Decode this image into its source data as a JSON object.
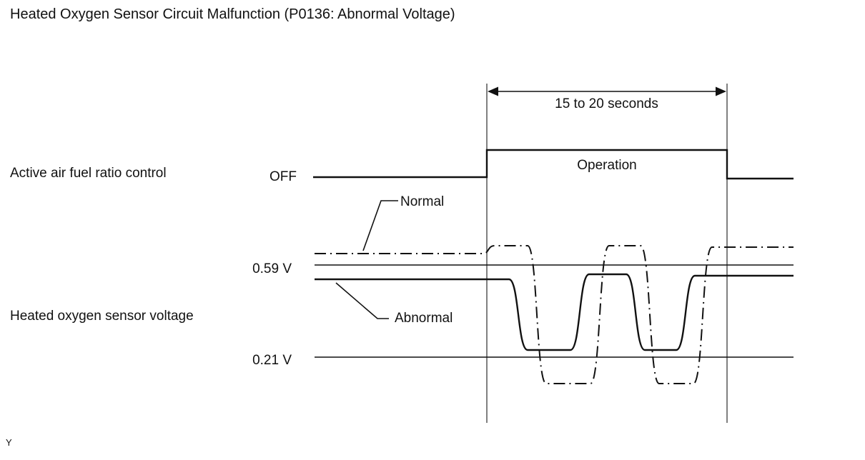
{
  "title": "Heated Oxygen Sensor Circuit Malfunction (P0136: Abnormal Voltage)",
  "diagram": {
    "duration_label": "15 to 20 seconds",
    "active_control": {
      "label": "Active air fuel ratio control",
      "off_state": "OFF",
      "on_state": "Operation"
    },
    "sensor_voltage": {
      "label": "Heated oxygen sensor voltage",
      "normal_label": "Normal",
      "abnormal_label": "Abnormal",
      "upper_threshold": "0.59 V",
      "lower_threshold": "0.21 V"
    }
  },
  "footer_marker": "Y"
}
